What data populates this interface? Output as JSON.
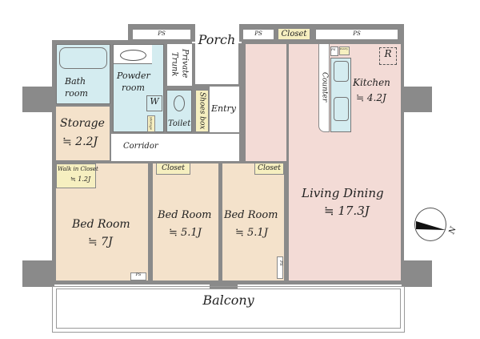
{
  "rooms": {
    "porch": "Porch",
    "bath": "Bath",
    "bath2": "room",
    "powder": "Powder",
    "powder2": "room",
    "washer": "W",
    "trunk1": "Private",
    "trunk2": "Trunk",
    "toilet": "Toilet",
    "shoes": "Shoes box",
    "entry": "Entry",
    "storage": "Storage",
    "storage_size": "≒ 2.2J",
    "small_storage": "Storage",
    "corridor": "Corridor",
    "wic": "Walk in Closet",
    "wic_size": "≒ 1.2J",
    "bed1": "Bed Room",
    "bed1_size": "≒ 7J",
    "bed2": "Bed Room",
    "bed2_size": "≒ 5.1J",
    "bed3": "Bed Room",
    "bed3_size": "≒ 5.1J",
    "closet_bed2": "Closet",
    "closet_bed3": "Closet",
    "closet_top": "Closet",
    "kitchen": "Kitchen",
    "kitchen_size": "≒ 4.2J",
    "counter": "Counter",
    "pantry": "Pantry",
    "fridge": "R",
    "living": "Living Dining",
    "living_size": "≒ 17.3J",
    "balcony": "Balcony",
    "ps": "PS",
    "compass": "N"
  }
}
